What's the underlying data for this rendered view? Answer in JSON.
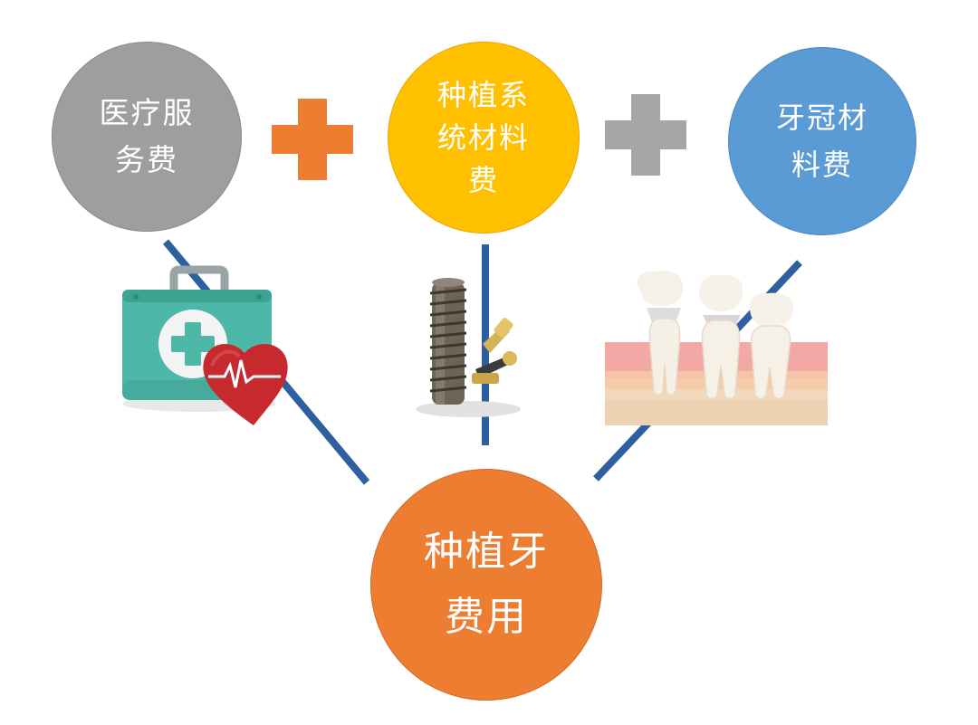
{
  "nodes": {
    "medical_service": {
      "label": "医疗服\n务费",
      "color": "#9e9e9e"
    },
    "implant_system": {
      "label": "种植系\n统材料\n费",
      "color": "#ffc000"
    },
    "crown_material": {
      "label": "牙冠材\n料费",
      "color": "#5b9bd5"
    },
    "total_cost": {
      "label": "种植牙\n费用",
      "color": "#ed7d31"
    }
  },
  "operators": [
    {
      "symbol": "plus",
      "color": "#ed7d31"
    },
    {
      "symbol": "plus",
      "color": "#a6a6a6"
    }
  ],
  "connector_color": "#2e5f9e",
  "illustrations": [
    {
      "name": "first-aid-kit-with-heart-icon"
    },
    {
      "name": "dental-implant-screw-icon"
    },
    {
      "name": "dental-crowns-on-gum-icon"
    }
  ]
}
